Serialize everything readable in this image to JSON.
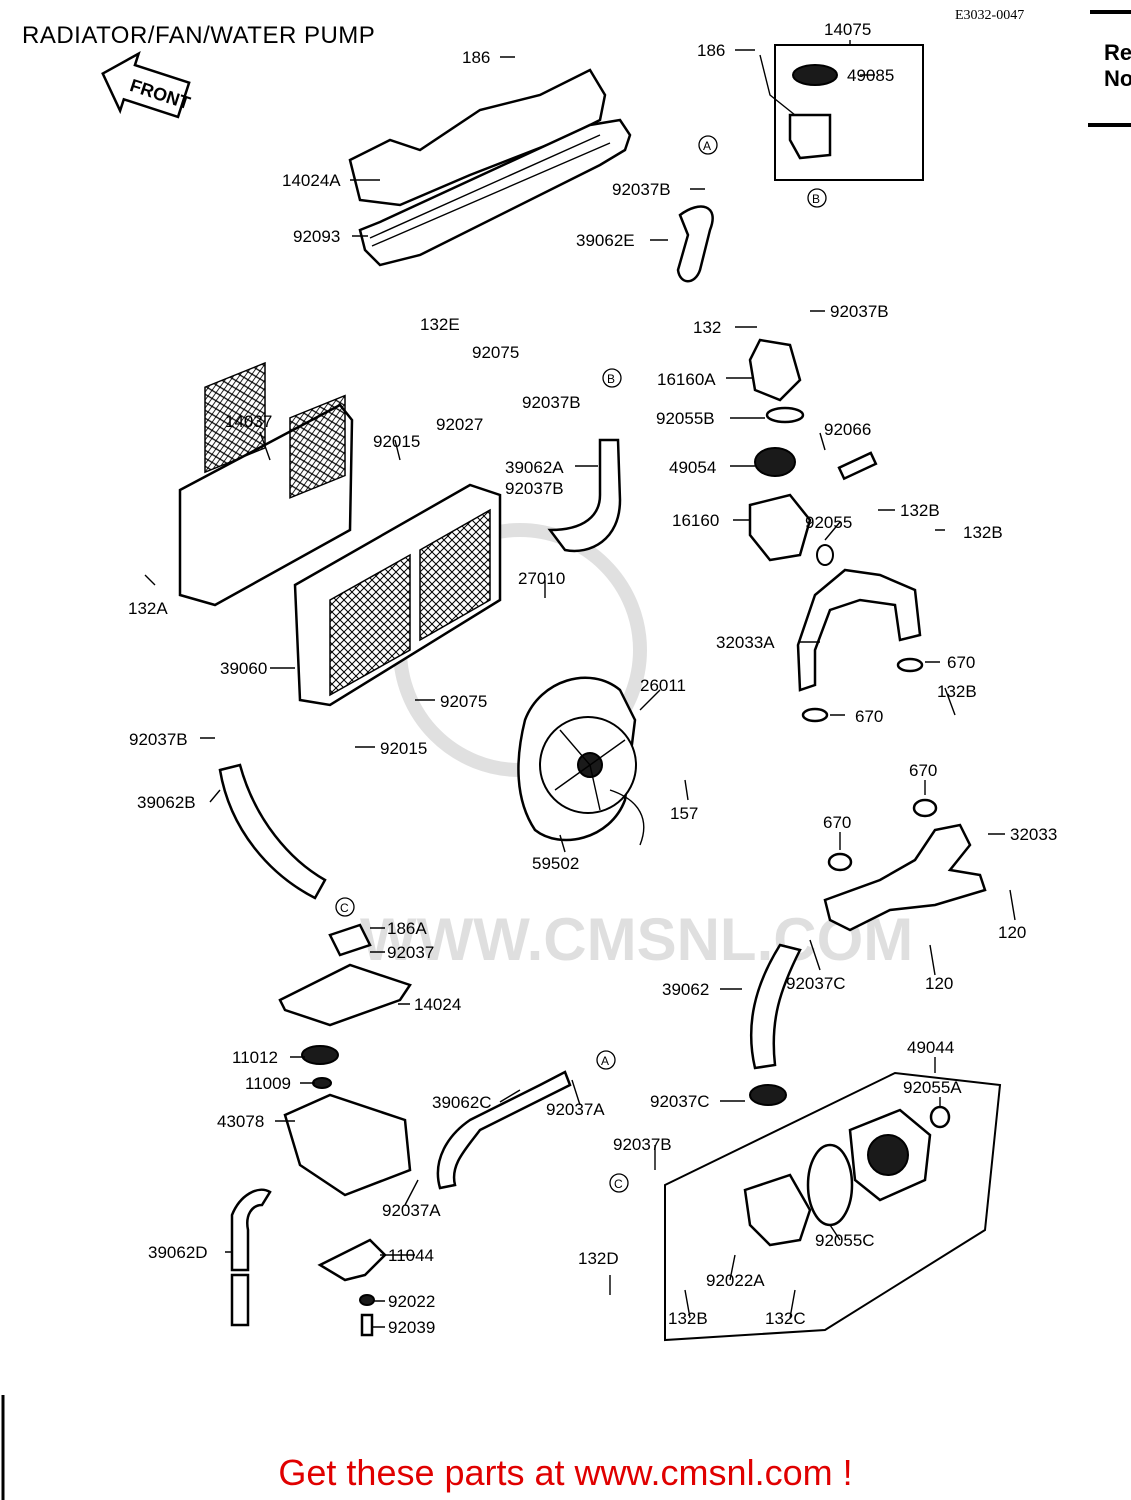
{
  "title": "RADIATOR/FAN/WATER PUMP",
  "diagram_code": "E3032-0047",
  "corner_text": "Re\nNo",
  "front_arrow_label": "FRONT",
  "watermark": "WWW.CMSNL.COM",
  "footer": "Get these parts at www.cmsnl.com !",
  "callouts": [
    "A",
    "B",
    "C"
  ],
  "part_labels": [
    "186",
    "14024A",
    "92093",
    "14075",
    "186",
    "49085",
    "92037B",
    "39062E",
    "132",
    "92037B",
    "132E",
    "92075",
    "92037B",
    "92027",
    "16160A",
    "92055B",
    "14037",
    "92015",
    "39062A",
    "92037B",
    "49054",
    "92066",
    "16160",
    "92055",
    "132B",
    "132B",
    "132A",
    "27010",
    "39060",
    "32033A",
    "670",
    "26011",
    "92075",
    "132B",
    "670",
    "92037B",
    "92015",
    "39062B",
    "157",
    "670",
    "670",
    "32033",
    "59502",
    "120",
    "186A",
    "92037",
    "120",
    "39062",
    "92037C",
    "14024",
    "11012",
    "49044",
    "11009",
    "92055A",
    "43078",
    "39062C",
    "92037A",
    "92037C",
    "92037B",
    "92037A",
    "39062D",
    "11044",
    "92055C",
    "132D",
    "92022A",
    "92022",
    "92039",
    "132B",
    "132C"
  ]
}
